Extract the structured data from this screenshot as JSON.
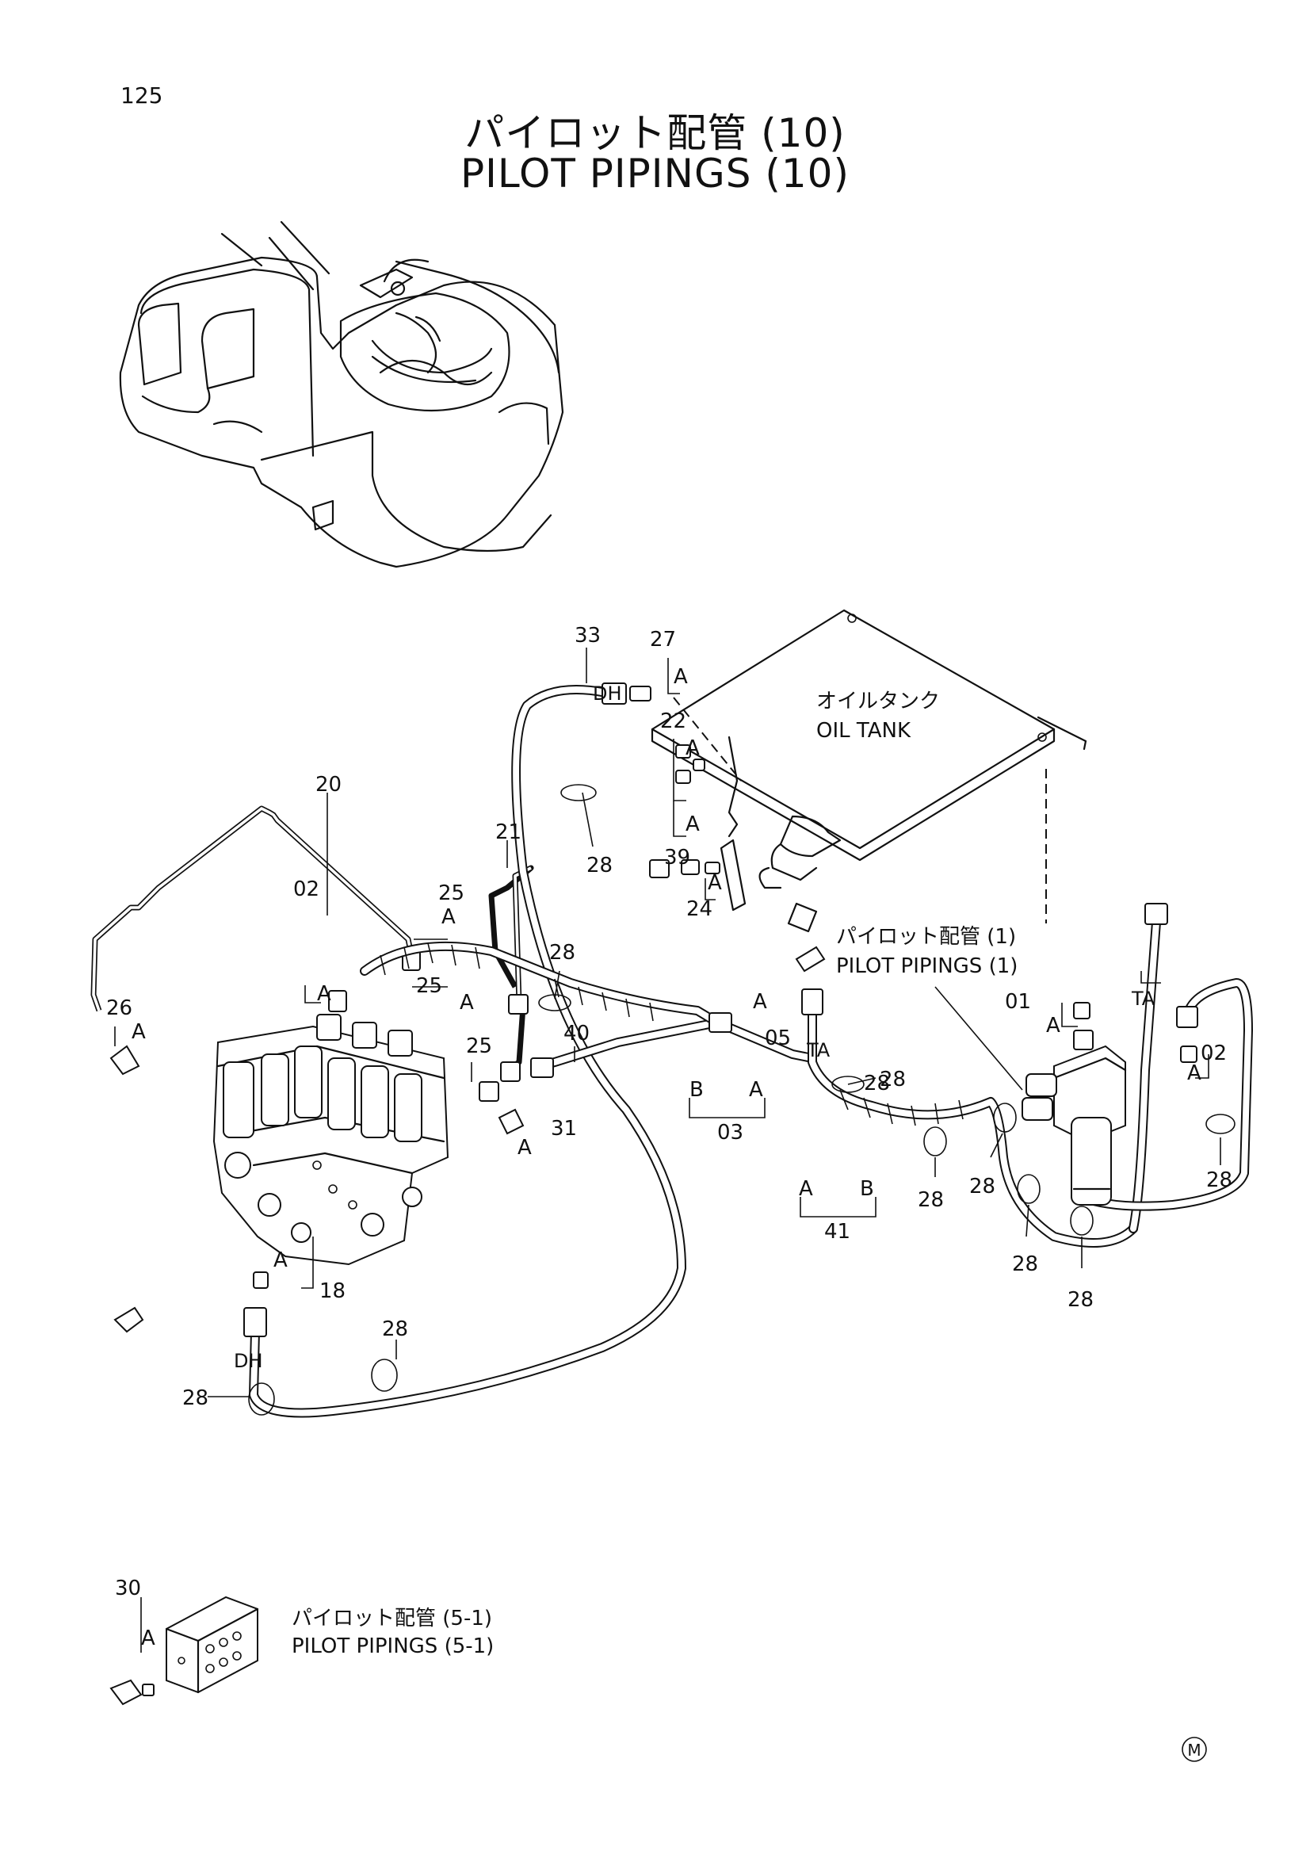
{
  "page_number": "125",
  "title": {
    "ja": "パイロット配管 (10)",
    "en": "PILOT PIPINGS (10)"
  },
  "oil_tank": {
    "ja": "オイルタンク",
    "en": "OIL TANK"
  },
  "ref_pilot_1": {
    "ja": "パイロット配管 (1)",
    "en": "PILOT PIPINGS (1)"
  },
  "ref_pilot_5_1": {
    "ja": "パイロット配管 (5-1)",
    "en": "PILOT PIPINGS (5-1)"
  },
  "mark": "M",
  "callouts": {
    "c33": "33",
    "c27": "27",
    "c22": "22",
    "c39": "39",
    "c20": "20",
    "c21": "21",
    "c28a": "28",
    "c28b": "28",
    "c28c": "28",
    "c28d": "28",
    "c28e": "28",
    "c28f": "28",
    "c28g": "28",
    "c28h": "28",
    "c28i": "28",
    "c28j": "28",
    "c28k": "28",
    "c25a": "25",
    "c25b": "25",
    "c25c": "25",
    "c24": "24",
    "c02a": "02",
    "c02b": "02",
    "c26": "26",
    "c40": "40",
    "c05": "05",
    "c01": "01",
    "c31": "31",
    "c03": "03",
    "c41": "41",
    "c18": "18",
    "c30": "30"
  },
  "port_labels": {
    "dh_top": "DH",
    "dh_bottom": "DH",
    "ta_left": "TA",
    "ta_right": "TA"
  },
  "group_letters": {
    "a": "A",
    "b": "B"
  }
}
